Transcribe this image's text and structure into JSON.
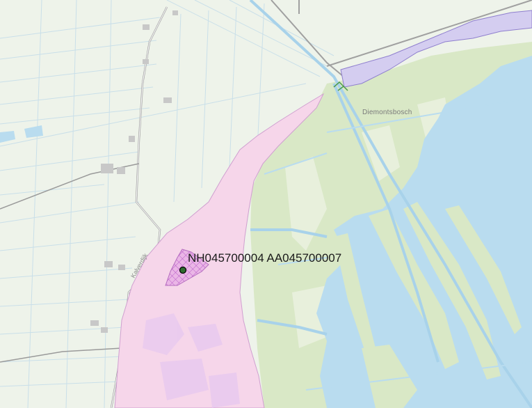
{
  "map": {
    "labels": {
      "place": "Diemontsbosch",
      "road": "Kalverdijk",
      "feature": "NH045700004 AA045700007"
    },
    "colors": {
      "land": "#eef3ea",
      "water": "#b9dcef",
      "forest": "#d9e8c6",
      "zone_pink": "#f6d6ea",
      "zone_lavender": "#d4cdf0",
      "zone_border": "#b56dbf",
      "hatch": "#b85cc8",
      "marker_fill": "#2f6b2f",
      "marker_stroke": "#000000"
    },
    "icons": {
      "marker": "point-marker-icon"
    }
  }
}
